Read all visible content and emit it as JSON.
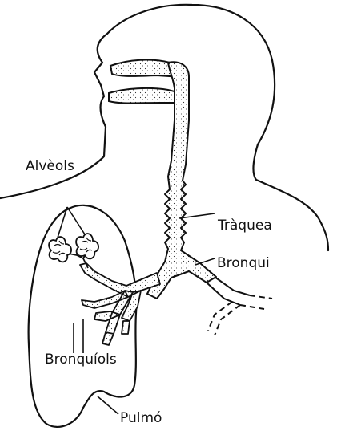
{
  "labels": {
    "alveols": "Alvèols",
    "traquea": "Tràquea",
    "bronqui": "Bronqui",
    "bronquiols": "Bronquíols",
    "pulmo": "Pulmó"
  },
  "colors": {
    "ink": "#111111",
    "background": "#ffffff",
    "airway_fill": "#e9e9e9"
  }
}
